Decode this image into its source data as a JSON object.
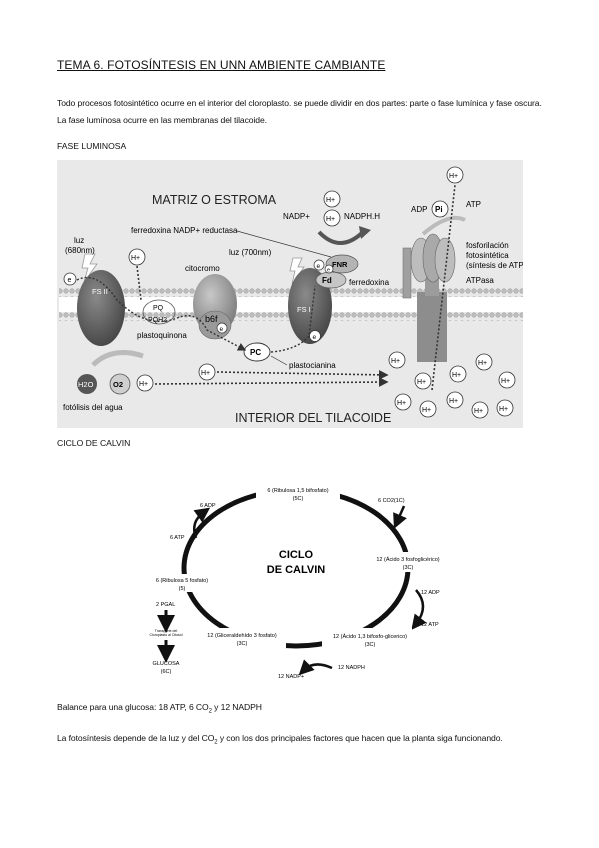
{
  "title": "TEMA 6. FOTOSÍNTESIS EN UNN AMBIENTE CAMBIANTE",
  "intro_paragraph": "Todo procesos fotosintético ocurre en el interior del cloroplasto. se puede dividir en dos partes: parte o fase lumínica y fase oscura. La fase lumínosa ocurre en las membranas del tilacoide.",
  "section_luminosa": "FASE LUMINOSA",
  "section_calvin": "CICLO DE CALVIN",
  "luminosa_diagram": {
    "stroma": "MATRIZ O ESTROMA",
    "lumen": "INTERIOR DEL TILACOIDE",
    "luz680": "luz",
    "luz680nm": "(680nm)",
    "luz700": "luz (700nm)",
    "fsii": "FS II",
    "fsi": "FS I",
    "citocromo": "citocromo",
    "b6f": "b6f",
    "pq": "PQ",
    "pqh2": "PQH2",
    "plastoquinona": "plastoquinona",
    "pc": "PC",
    "plastocianina": "plastocianina",
    "fnr_enzyme": "ferredoxina NADP+ reductasa",
    "fnr": "FNR",
    "fd": "Fd",
    "ferredoxina": "ferredoxina",
    "nadp": "NADP+",
    "nadph": "NADPH.H",
    "adp": "ADP",
    "pi": "Pi",
    "atp": "ATP",
    "fosforilacion": [
      "fosforilación",
      "fotosintética",
      "(síntesis de ATP)"
    ],
    "atpasa": "ATPasa",
    "h2o": "H2O",
    "o2": "O2",
    "fotolisis": "fotólisis del agua",
    "hplus": "H+",
    "eminus": "e"
  },
  "calvin_diagram": {
    "title": [
      "CICLO",
      "DE CALVIN"
    ],
    "ribulosa15": [
      "6 (Ribulosa 1,5 bifosfato)",
      "(5C)"
    ],
    "co2": "6 CO2(1C)",
    "acido3": [
      "12 (Ácido 3 fosfoglicérico)",
      "(3C)"
    ],
    "adp12": "12 ADP",
    "atp12": "12 ATP",
    "acido13": [
      "12 (Ácido 1,3 bifosfo-glicerico)",
      "(3C)"
    ],
    "nadph12": "12 NADPH",
    "nadp12": "12 NADP+",
    "gliceraldehido": [
      "12 (Gliceraldehído 3 fosfato)",
      "(3C)"
    ],
    "ribulosa5": [
      "6 (Ribulosa 5 fosfato)",
      "(5)"
    ],
    "atp6": "6 ATP",
    "adp6": "6 ADP",
    "pgal": "2 PGAL",
    "transporte": [
      "Transporte del",
      "Cloroplasto al Citosol"
    ],
    "glucosa": [
      "GLUCOSA",
      "(6C)"
    ]
  },
  "balance_prefix": "Balance para una glucosa: 18 ATP, 6 CO",
  "balance_sub": "2",
  "balance_suffix": " y 12  NADPH",
  "closing_prefix": "La fotosíntesis depende de la luz y del CO",
  "closing_sub": "2",
  "closing_suffix": " y con los dos principales factores que hacen que la planta siga funcionando."
}
